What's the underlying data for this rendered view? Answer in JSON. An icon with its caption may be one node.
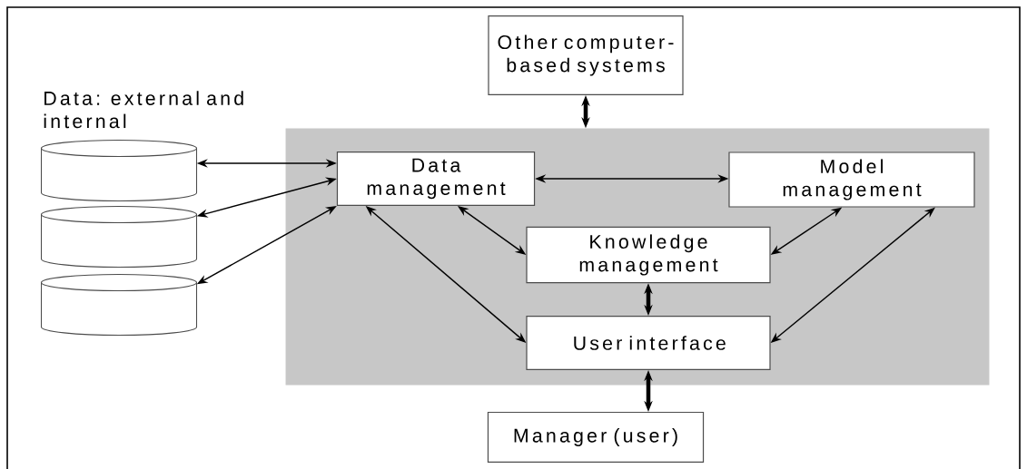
{
  "diagram": {
    "nodes": [
      {
        "text": [
          "Other computer-based systems"
        ]
      },
      {
        "text": [],
        "shape": "box"
      },
      {
        "text": [
          "Data management"
        ],
        "in": 1
      },
      {
        "text": [
          "Model management"
        ],
        "in": 1
      },
      {
        "text": [
          "Knowledge management"
        ],
        "in": 1
      },
      {
        "text": [
          "User interface"
        ],
        "in": 1
      },
      {
        "text": [
          "Manager (user)"
        ]
      },
      {
        "text": [],
        "shape": "cylinder"
      },
      {
        "text": [],
        "shape": "cylinder"
      },
      {
        "text": [],
        "shape": "cylinder"
      }
    ],
    "edges": [
      {
        "from": 0,
        "to": 1,
        "arrow": "both",
        "style": "thick"
      },
      {
        "from": 7,
        "to": 2,
        "arrow": "both"
      },
      {
        "from": 8,
        "to": 2,
        "arrow": "both"
      },
      {
        "from": 9,
        "to": 2,
        "arrow": "both"
      },
      {
        "from": 2,
        "to": 3,
        "arrow": "both"
      },
      {
        "from": 2,
        "to": 4,
        "arrow": "both"
      },
      {
        "from": 2,
        "to": 5,
        "arrow": "both"
      },
      {
        "from": 4,
        "to": 3,
        "arrow": "both"
      },
      {
        "from": 5,
        "to": 3,
        "arrow": "both"
      },
      {
        "from": 4,
        "to": 5,
        "arrow": "both",
        "style": "thick"
      },
      {
        "from": 5,
        "to": 6,
        "arrow": "both",
        "style": "thick"
      }
    ],
    "labels": [
      "Data: external and internal"
    ]
  }
}
